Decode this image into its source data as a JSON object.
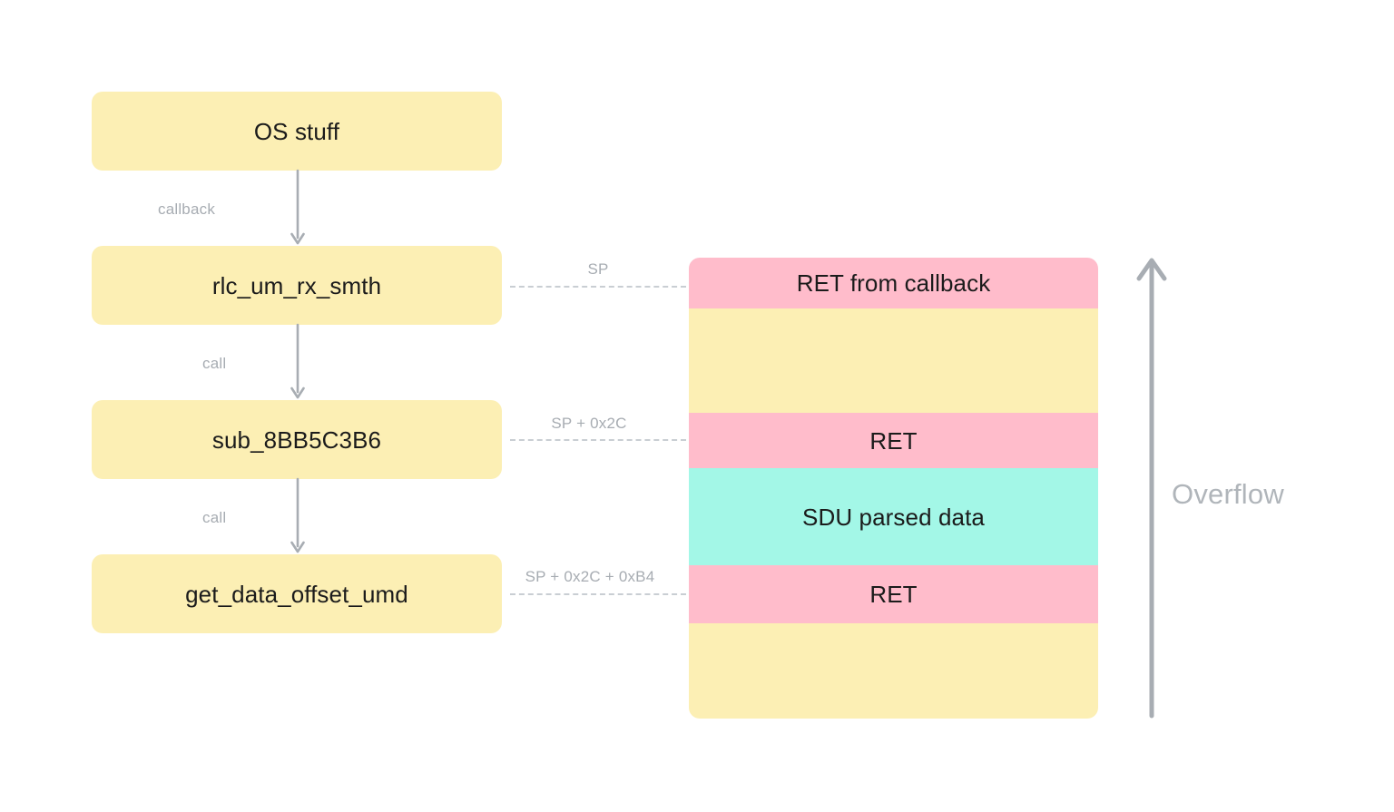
{
  "diagram": {
    "title": "Stack overflow call chain diagram",
    "background_color": "#ffffff",
    "colors": {
      "box_yellow": "#FCEFB4",
      "band_pink": "#FFBCCB",
      "band_cyan": "#A3F7E7",
      "band_yellow": "#FCEFB4",
      "arrow_gray": "#a8adb3",
      "label_gray": "#a7acb2",
      "dash_gray": "#c9ced3",
      "text_dark": "#1b1b1b",
      "overflow_text": "#b0b5ba"
    }
  },
  "call_chain": {
    "boxes": [
      {
        "label": "OS stuff"
      },
      {
        "label": "rlc_um_rx_smth"
      },
      {
        "label": "sub_8BB5C3B6"
      },
      {
        "label": "get_data_offset_umd"
      }
    ],
    "edges": [
      {
        "label": "callback"
      },
      {
        "label": "call"
      },
      {
        "label": "call"
      }
    ]
  },
  "stack_pointers": [
    {
      "label": "SP"
    },
    {
      "label": "SP + 0x2C"
    },
    {
      "label": "SP + 0x2C + 0xB4"
    }
  ],
  "stack": {
    "bands": [
      {
        "label": "RET from callback",
        "color": "#FFBCCB",
        "height": 56
      },
      {
        "label": "",
        "color": "#FCEFB4",
        "height": 115
      },
      {
        "label": "RET",
        "color": "#FFBCCB",
        "height": 61
      },
      {
        "label": "SDU parsed data",
        "color": "#A3F7E7",
        "height": 107
      },
      {
        "label": "RET",
        "color": "#FFBCCB",
        "height": 64
      },
      {
        "label": "",
        "color": "#FCEFB4",
        "height": 105
      }
    ]
  },
  "overflow": {
    "label": "Overflow",
    "direction": "up"
  }
}
